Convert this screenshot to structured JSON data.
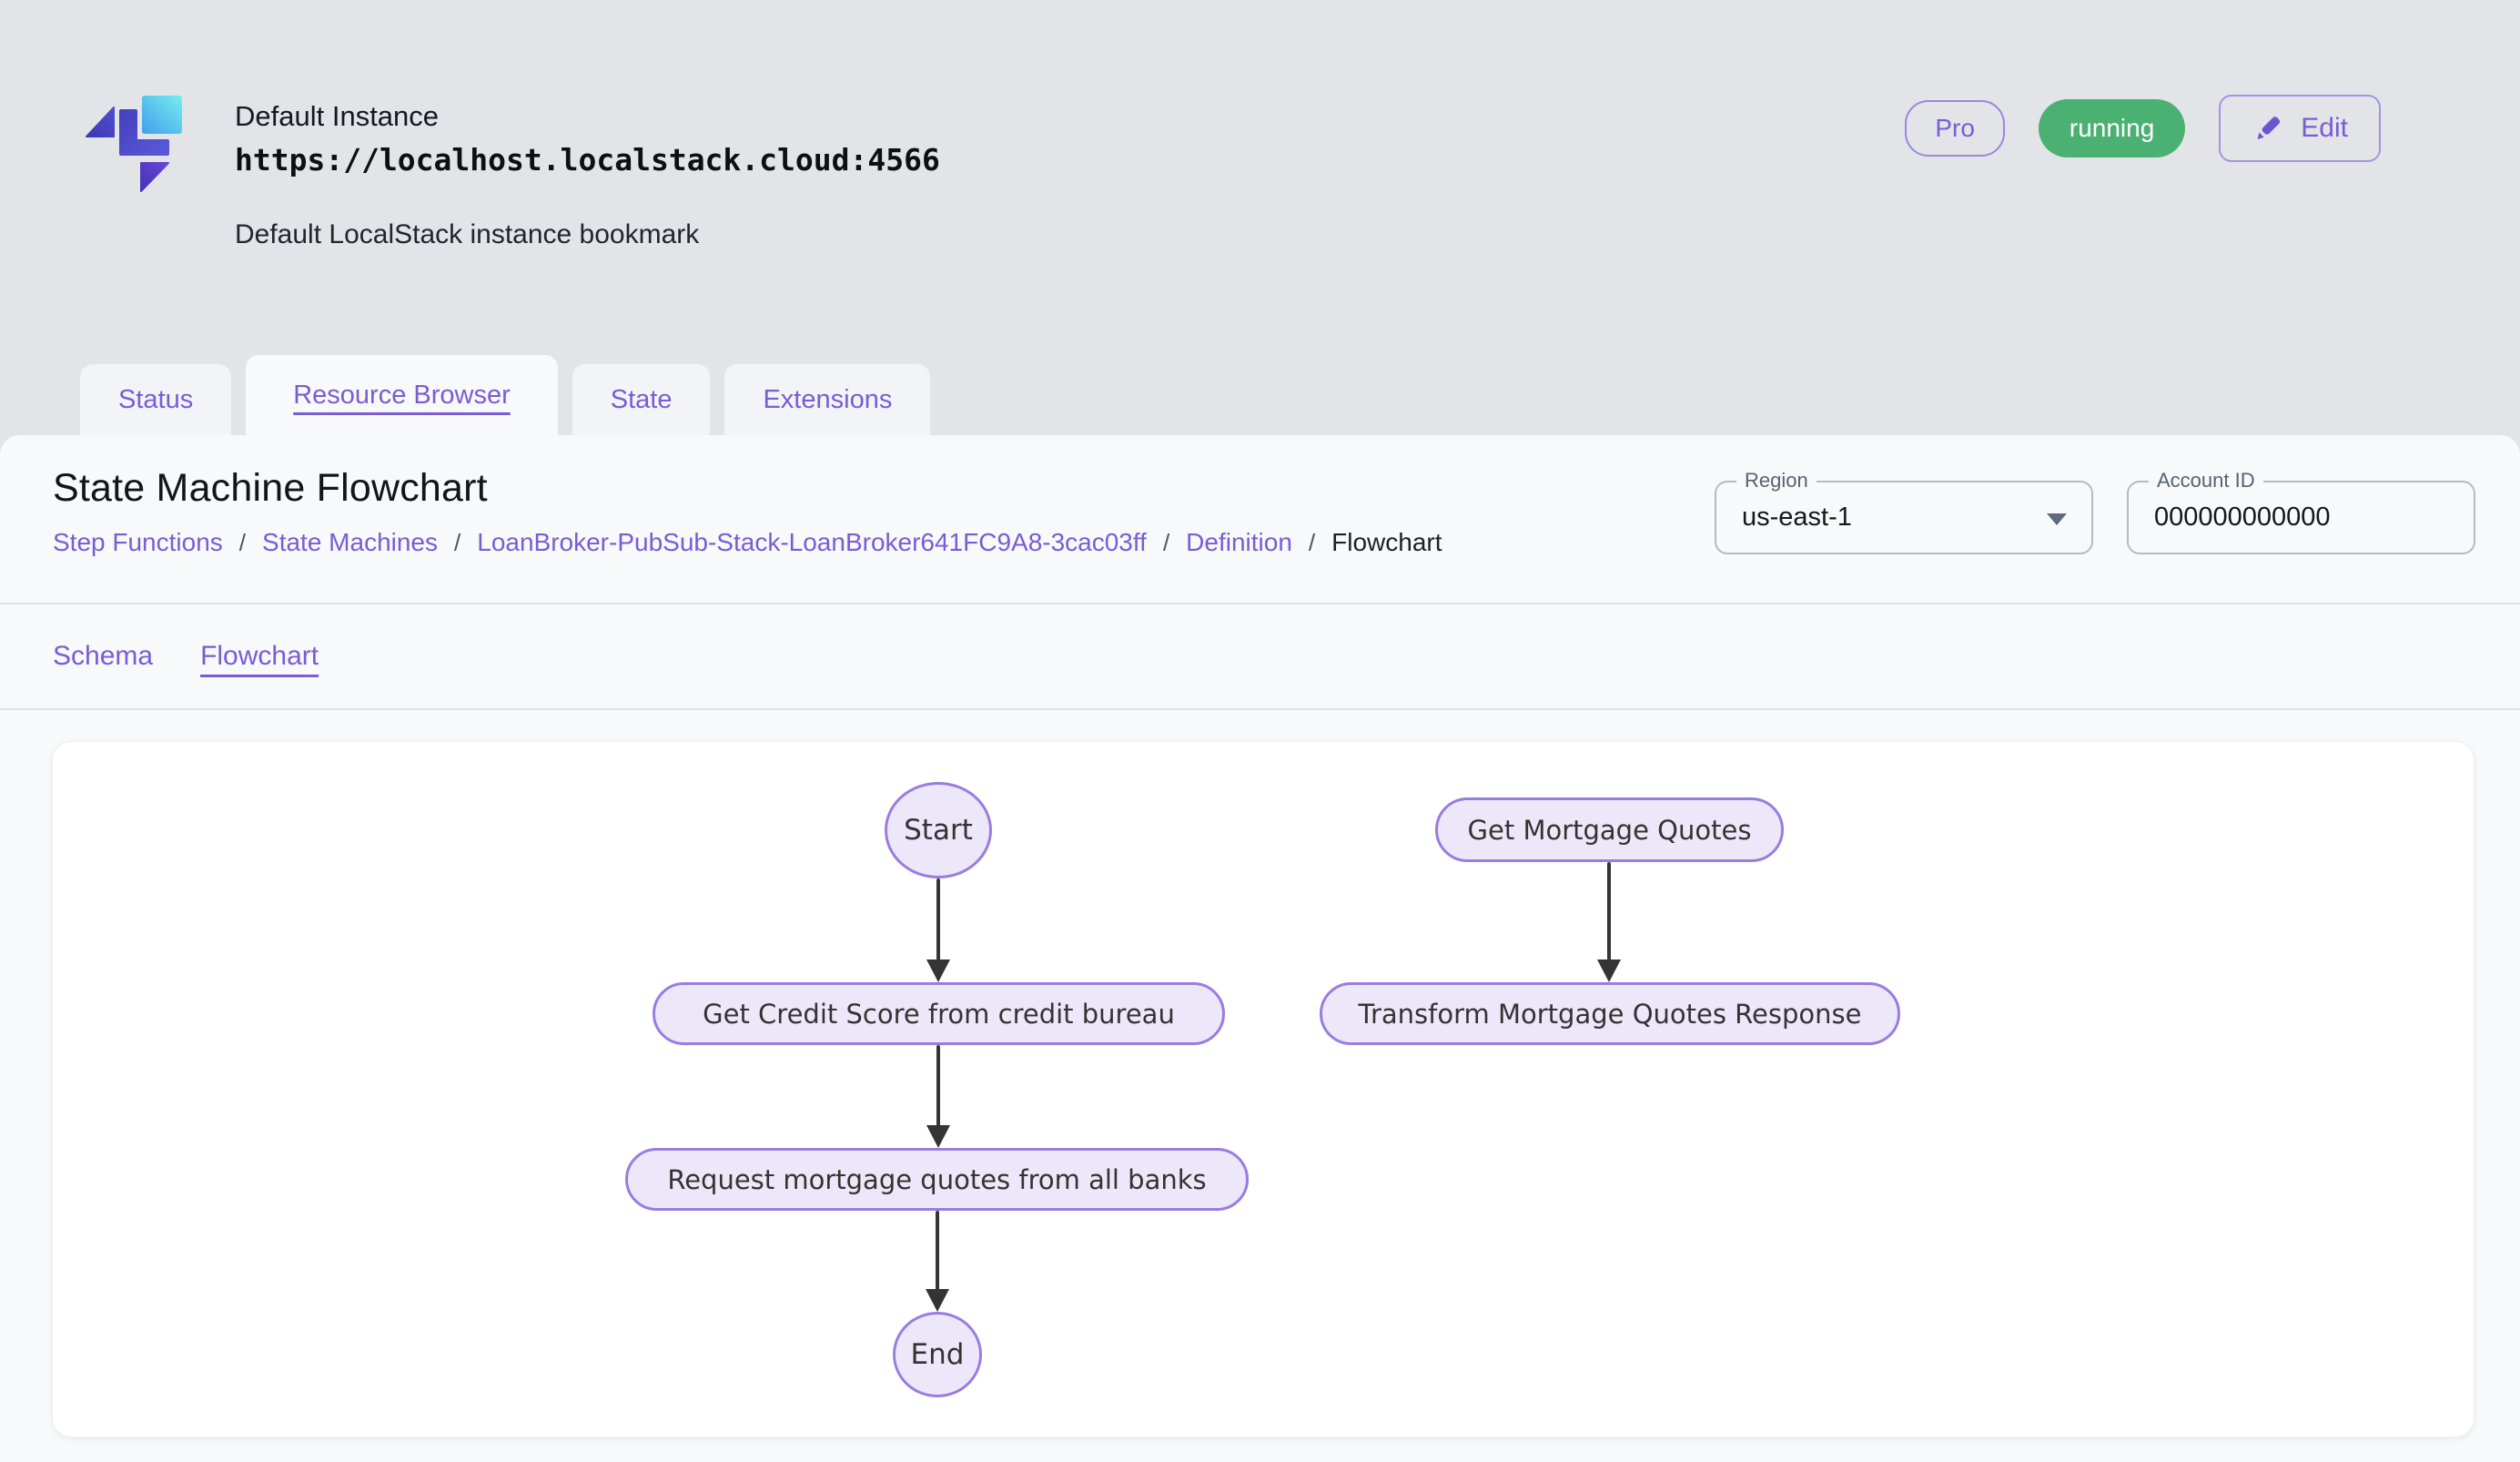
{
  "colors": {
    "accent_purple": "#7a5cd4",
    "node_fill": "#ece8f9",
    "node_border": "#9a7ce0",
    "edge": "#343434",
    "success_green": "#4bb173",
    "page_bg": "#e2e4e8",
    "panel_bg": "#f7f9fb"
  },
  "header": {
    "title": "Default Instance",
    "url": "https://localhost.localstack.cloud:4566",
    "subtitle": "Default LocalStack instance bookmark",
    "pro_badge": "Pro",
    "status_badge": "running",
    "edit_label": "Edit"
  },
  "tabs": {
    "items": [
      {
        "label": "Status",
        "active": false
      },
      {
        "label": "Resource Browser",
        "active": true
      },
      {
        "label": "State",
        "active": false
      },
      {
        "label": "Extensions",
        "active": false
      }
    ]
  },
  "page": {
    "title": "State Machine Flowchart",
    "breadcrumb": {
      "separator": "/",
      "items": [
        {
          "label": "Step Functions",
          "link": true
        },
        {
          "label": "State Machines",
          "link": true
        },
        {
          "label": "LoanBroker-PubSub-Stack-LoanBroker641FC9A8-3cac03ff",
          "link": true
        },
        {
          "label": "Definition",
          "link": true
        },
        {
          "label": "Flowchart",
          "link": false
        }
      ]
    },
    "region": {
      "label": "Region",
      "value": "us-east-1"
    },
    "account": {
      "label": "Account ID",
      "value": "000000000000"
    }
  },
  "subtabs": {
    "items": [
      {
        "label": "Schema",
        "active": false
      },
      {
        "label": "Flowchart",
        "active": true
      }
    ]
  },
  "flowchart": {
    "nodes": {
      "start": {
        "label": "Start",
        "shape": "ellipse"
      },
      "quotes": {
        "label": "Get Mortgage Quotes",
        "shape": "rounded-rect"
      },
      "credit": {
        "label": "Get Credit Score from credit bureau",
        "shape": "rounded-rect"
      },
      "transform": {
        "label": "Transform Mortgage Quotes Response",
        "shape": "rounded-rect"
      },
      "request": {
        "label": "Request mortgage quotes from all banks",
        "shape": "rounded-rect"
      },
      "end": {
        "label": "End",
        "shape": "ellipse"
      }
    },
    "edges": [
      {
        "from": "start",
        "to": "credit"
      },
      {
        "from": "credit",
        "to": "request"
      },
      {
        "from": "request",
        "to": "end"
      },
      {
        "from": "quotes",
        "to": "transform"
      }
    ]
  }
}
